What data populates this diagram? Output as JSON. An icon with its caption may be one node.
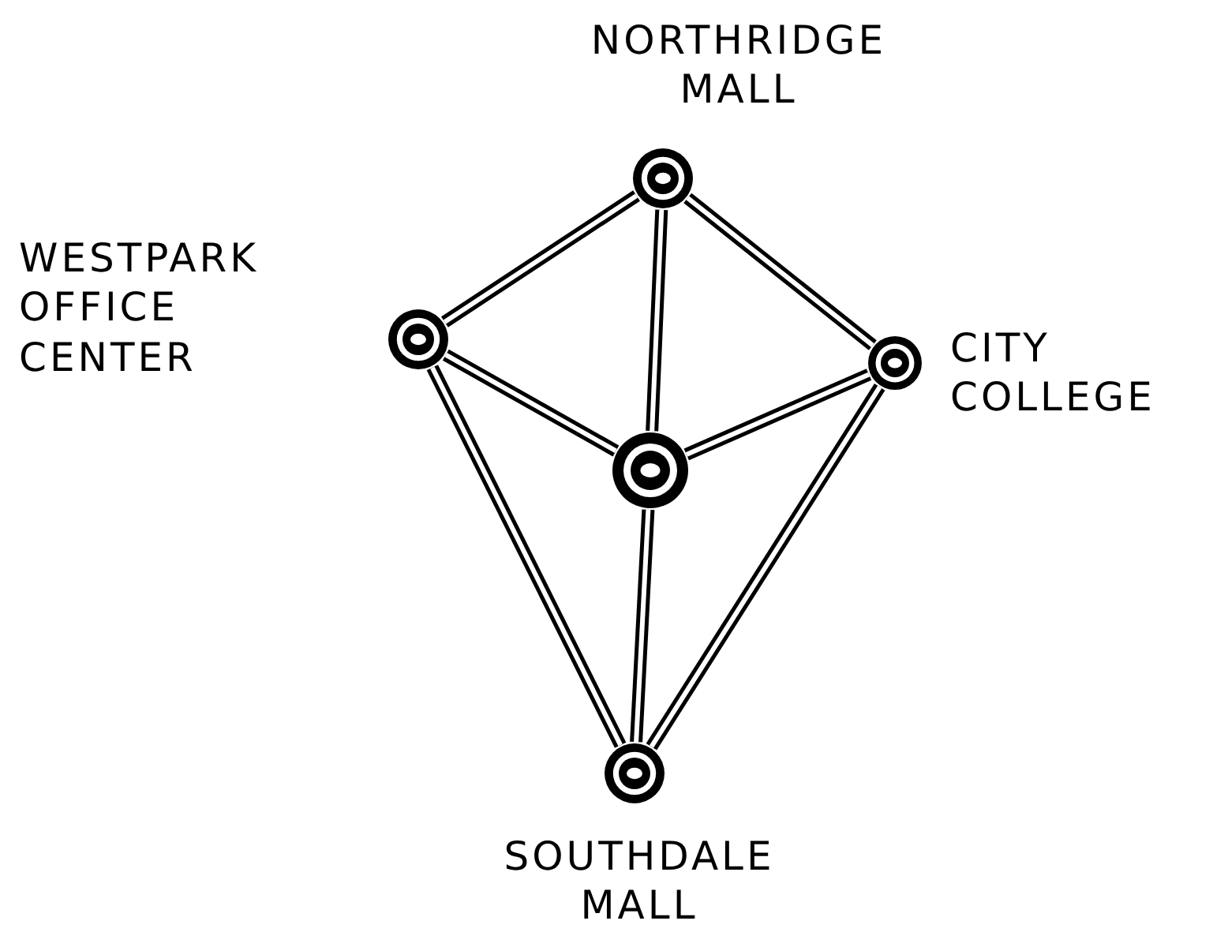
{
  "diagram": {
    "nodes": [
      {
        "text": [],
        "shape": "circle",
        "beside": [
          "NORTHRIDGE MALL"
        ]
      },
      {
        "text": [],
        "shape": "circle",
        "beside": [
          "WESTPARK OFFICE CENTER"
        ]
      },
      {
        "text": [],
        "shape": "circle",
        "beside": [
          "CITY COLLEGE"
        ]
      },
      {
        "text": [],
        "shape": "circle"
      },
      {
        "text": [],
        "shape": "circle",
        "beside": [
          "SOUTHDALE MALL"
        ]
      }
    ],
    "edges": [
      {
        "from": 0,
        "to": 1,
        "arrow": "none"
      },
      {
        "from": 0,
        "to": 3,
        "arrow": "none"
      },
      {
        "from": 0,
        "to": 2,
        "arrow": "none"
      },
      {
        "from": 1,
        "to": 3,
        "arrow": "none"
      },
      {
        "from": 2,
        "to": 3,
        "arrow": "none"
      },
      {
        "from": 1,
        "to": 4,
        "arrow": "none"
      },
      {
        "from": 3,
        "to": 4,
        "arrow": "none"
      },
      {
        "from": 2,
        "to": 4,
        "arrow": "none"
      }
    ]
  }
}
